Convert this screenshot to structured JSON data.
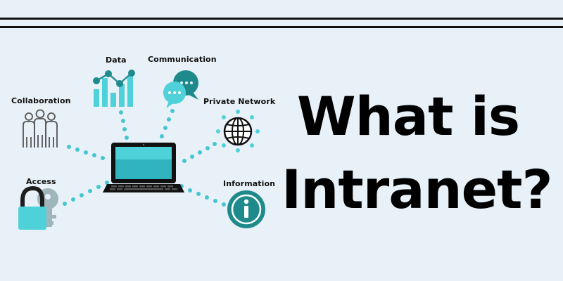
{
  "labels": {
    "data": "Data",
    "communication": "Communication",
    "collaboration": "Collaboration",
    "private_network": "Private Network",
    "access": "Access",
    "information": "Information"
  },
  "headline": {
    "line1": "What is",
    "line2": "Intranet?"
  },
  "icons": {
    "laptop": "laptop-icon",
    "data": "bar-line-chart-icon",
    "communication": "chat-bubbles-icon",
    "collaboration": "people-group-icon",
    "private_network": "globe-network-icon",
    "access": "lock-key-icon",
    "information": "info-circle-icon"
  },
  "colors": {
    "background": "#e8f1f8",
    "accent": "#4fd1d9",
    "dark_teal": "#1e8a8c",
    "dot": "#45c6d0",
    "text": "#000000"
  }
}
